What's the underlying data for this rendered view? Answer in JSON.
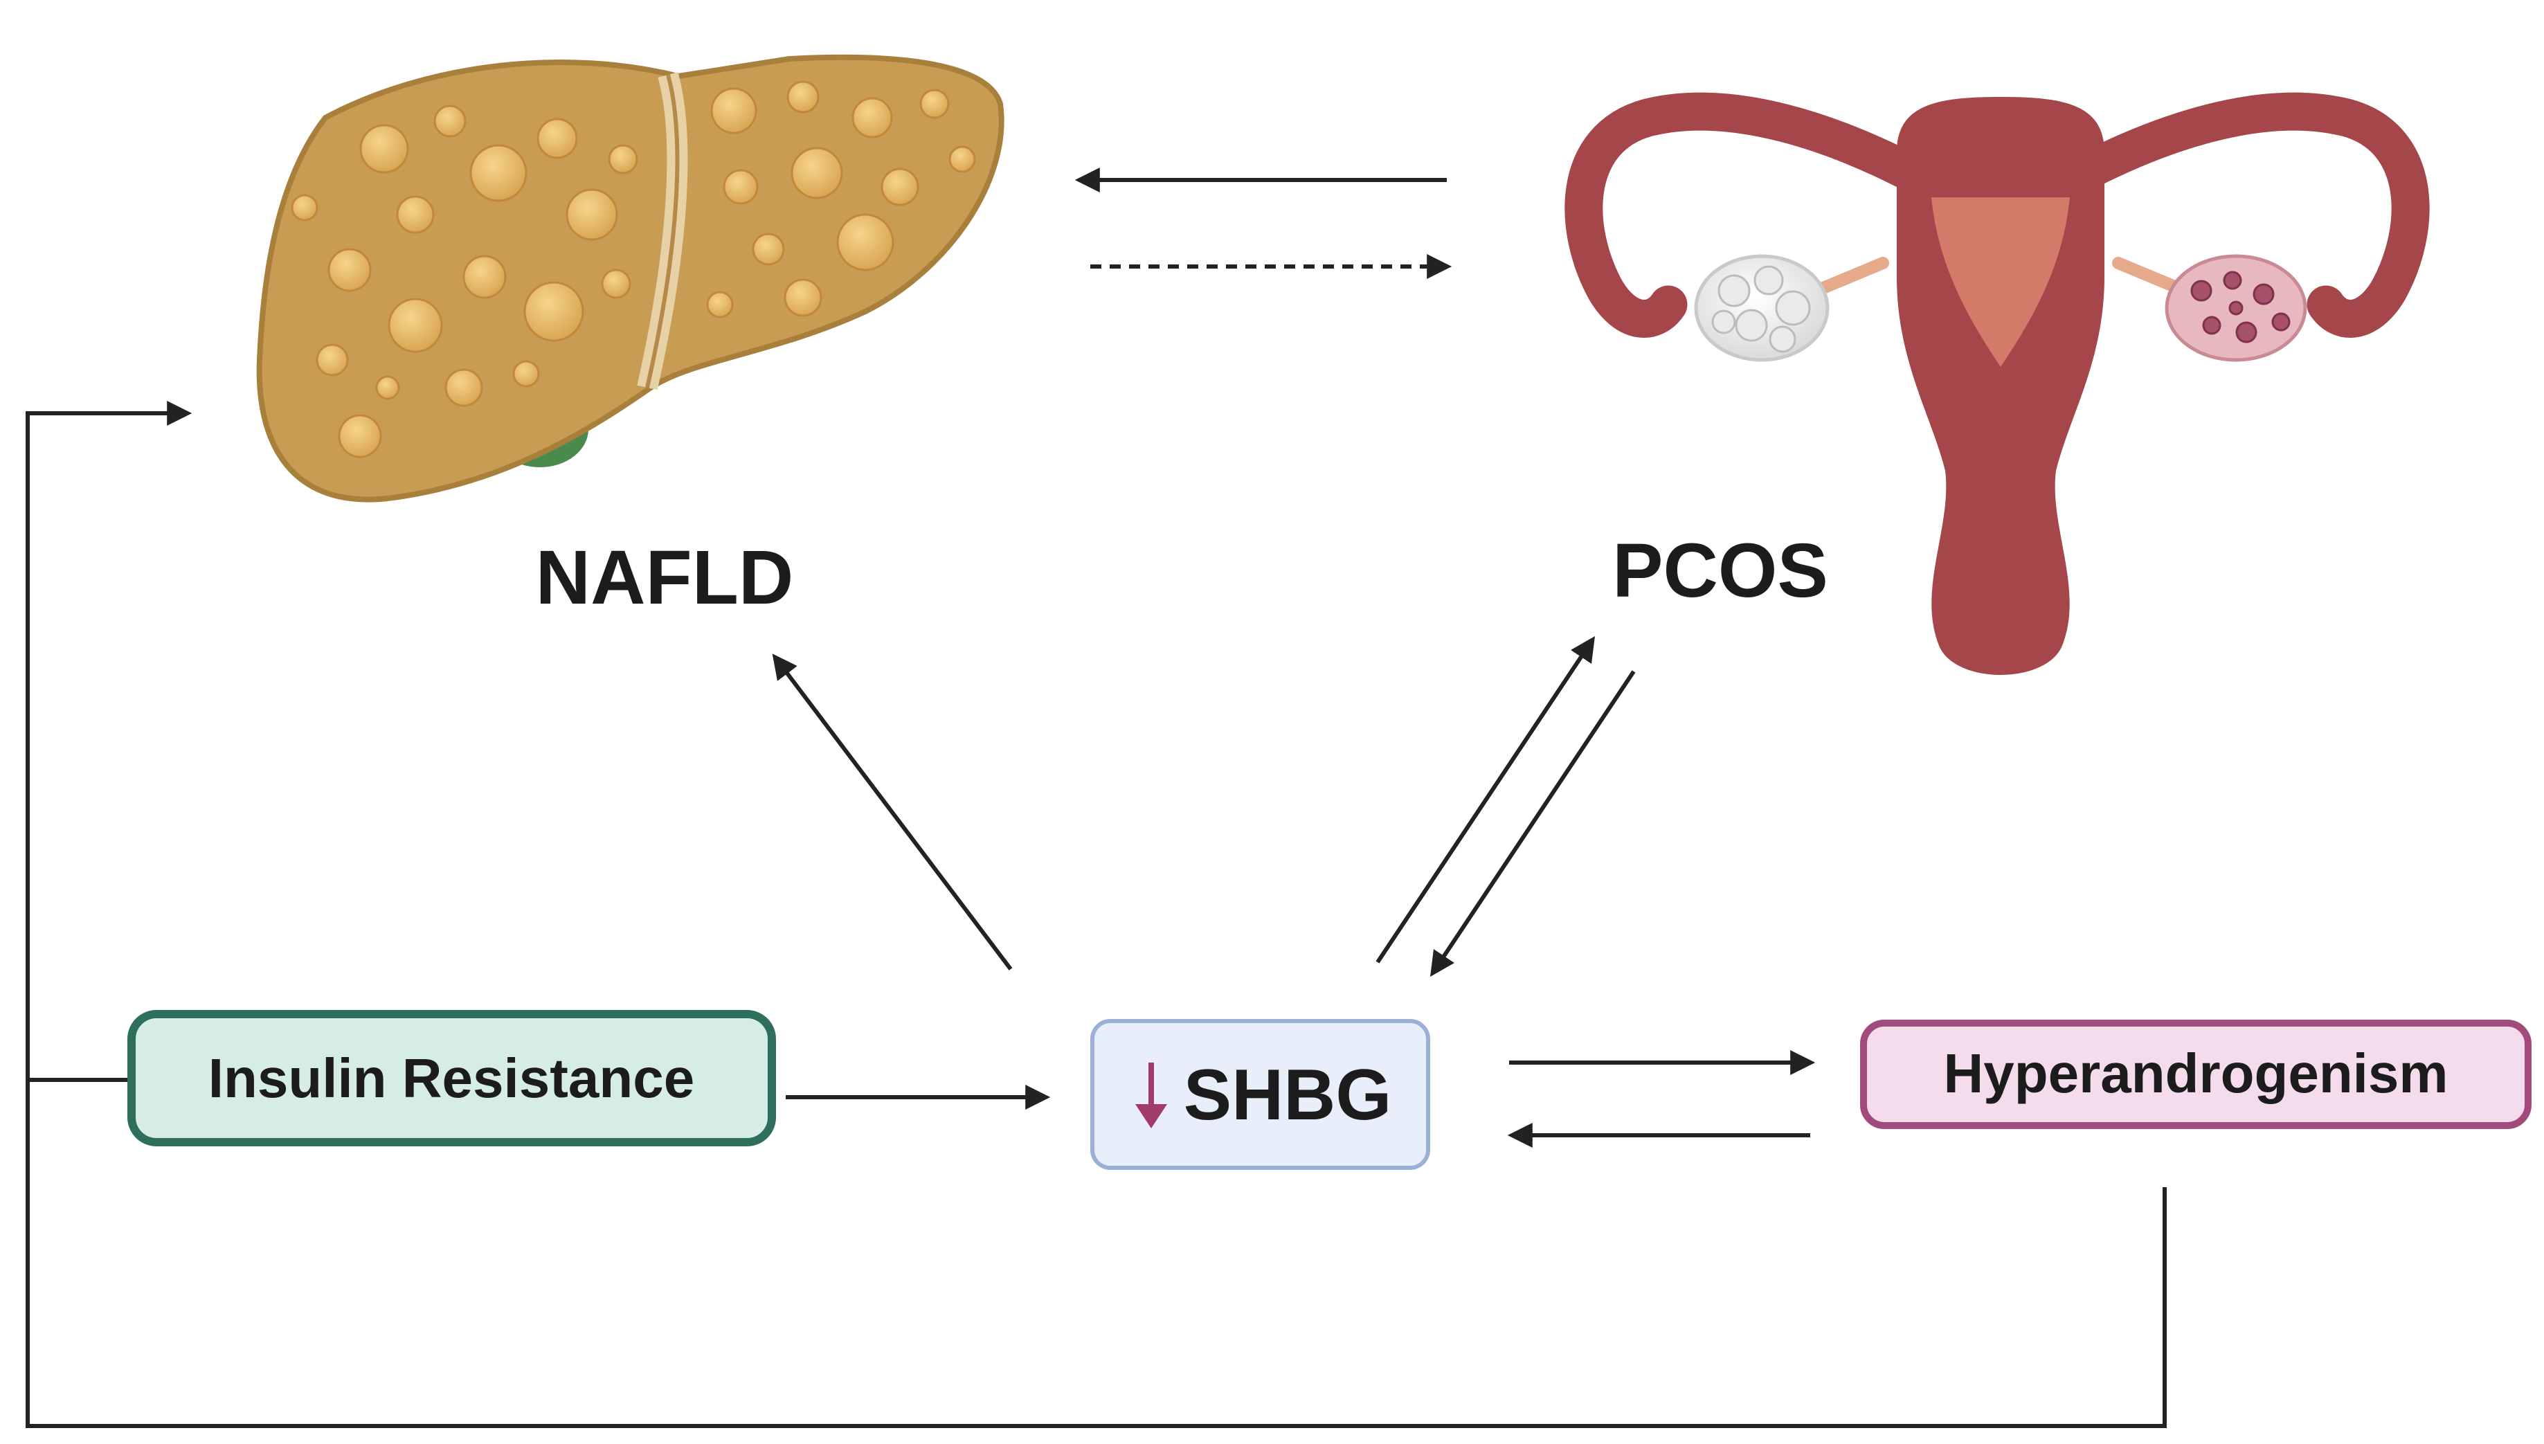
{
  "nodes": {
    "nafld": {
      "label": "NAFLD"
    },
    "pcos": {
      "label": "PCOS"
    },
    "insulin": {
      "label": "Insulin Resistance"
    },
    "shbg": {
      "label": "SHBG",
      "indicator": "down-arrow-icon",
      "indicator_color": "#a23a6a"
    },
    "hyper": {
      "label": "Hyperandrogenism"
    }
  },
  "colors": {
    "liver": "#c89c52",
    "liver_dark": "#a97f3c",
    "uterus": "#a4464a",
    "uterus_inner": "#d47a68",
    "insulin_fill": "#d6ede6",
    "insulin_border": "#2e6e5c",
    "shbg_fill": "#e8effa",
    "shbg_border": "#9ab0d4",
    "hyper_fill": "#f4dcec",
    "hyper_border": "#a24a7c",
    "arrow": "#222222"
  },
  "icons": [
    "fatty-liver-icon",
    "uterus-ovaries-icon",
    "down-arrow-icon"
  ]
}
